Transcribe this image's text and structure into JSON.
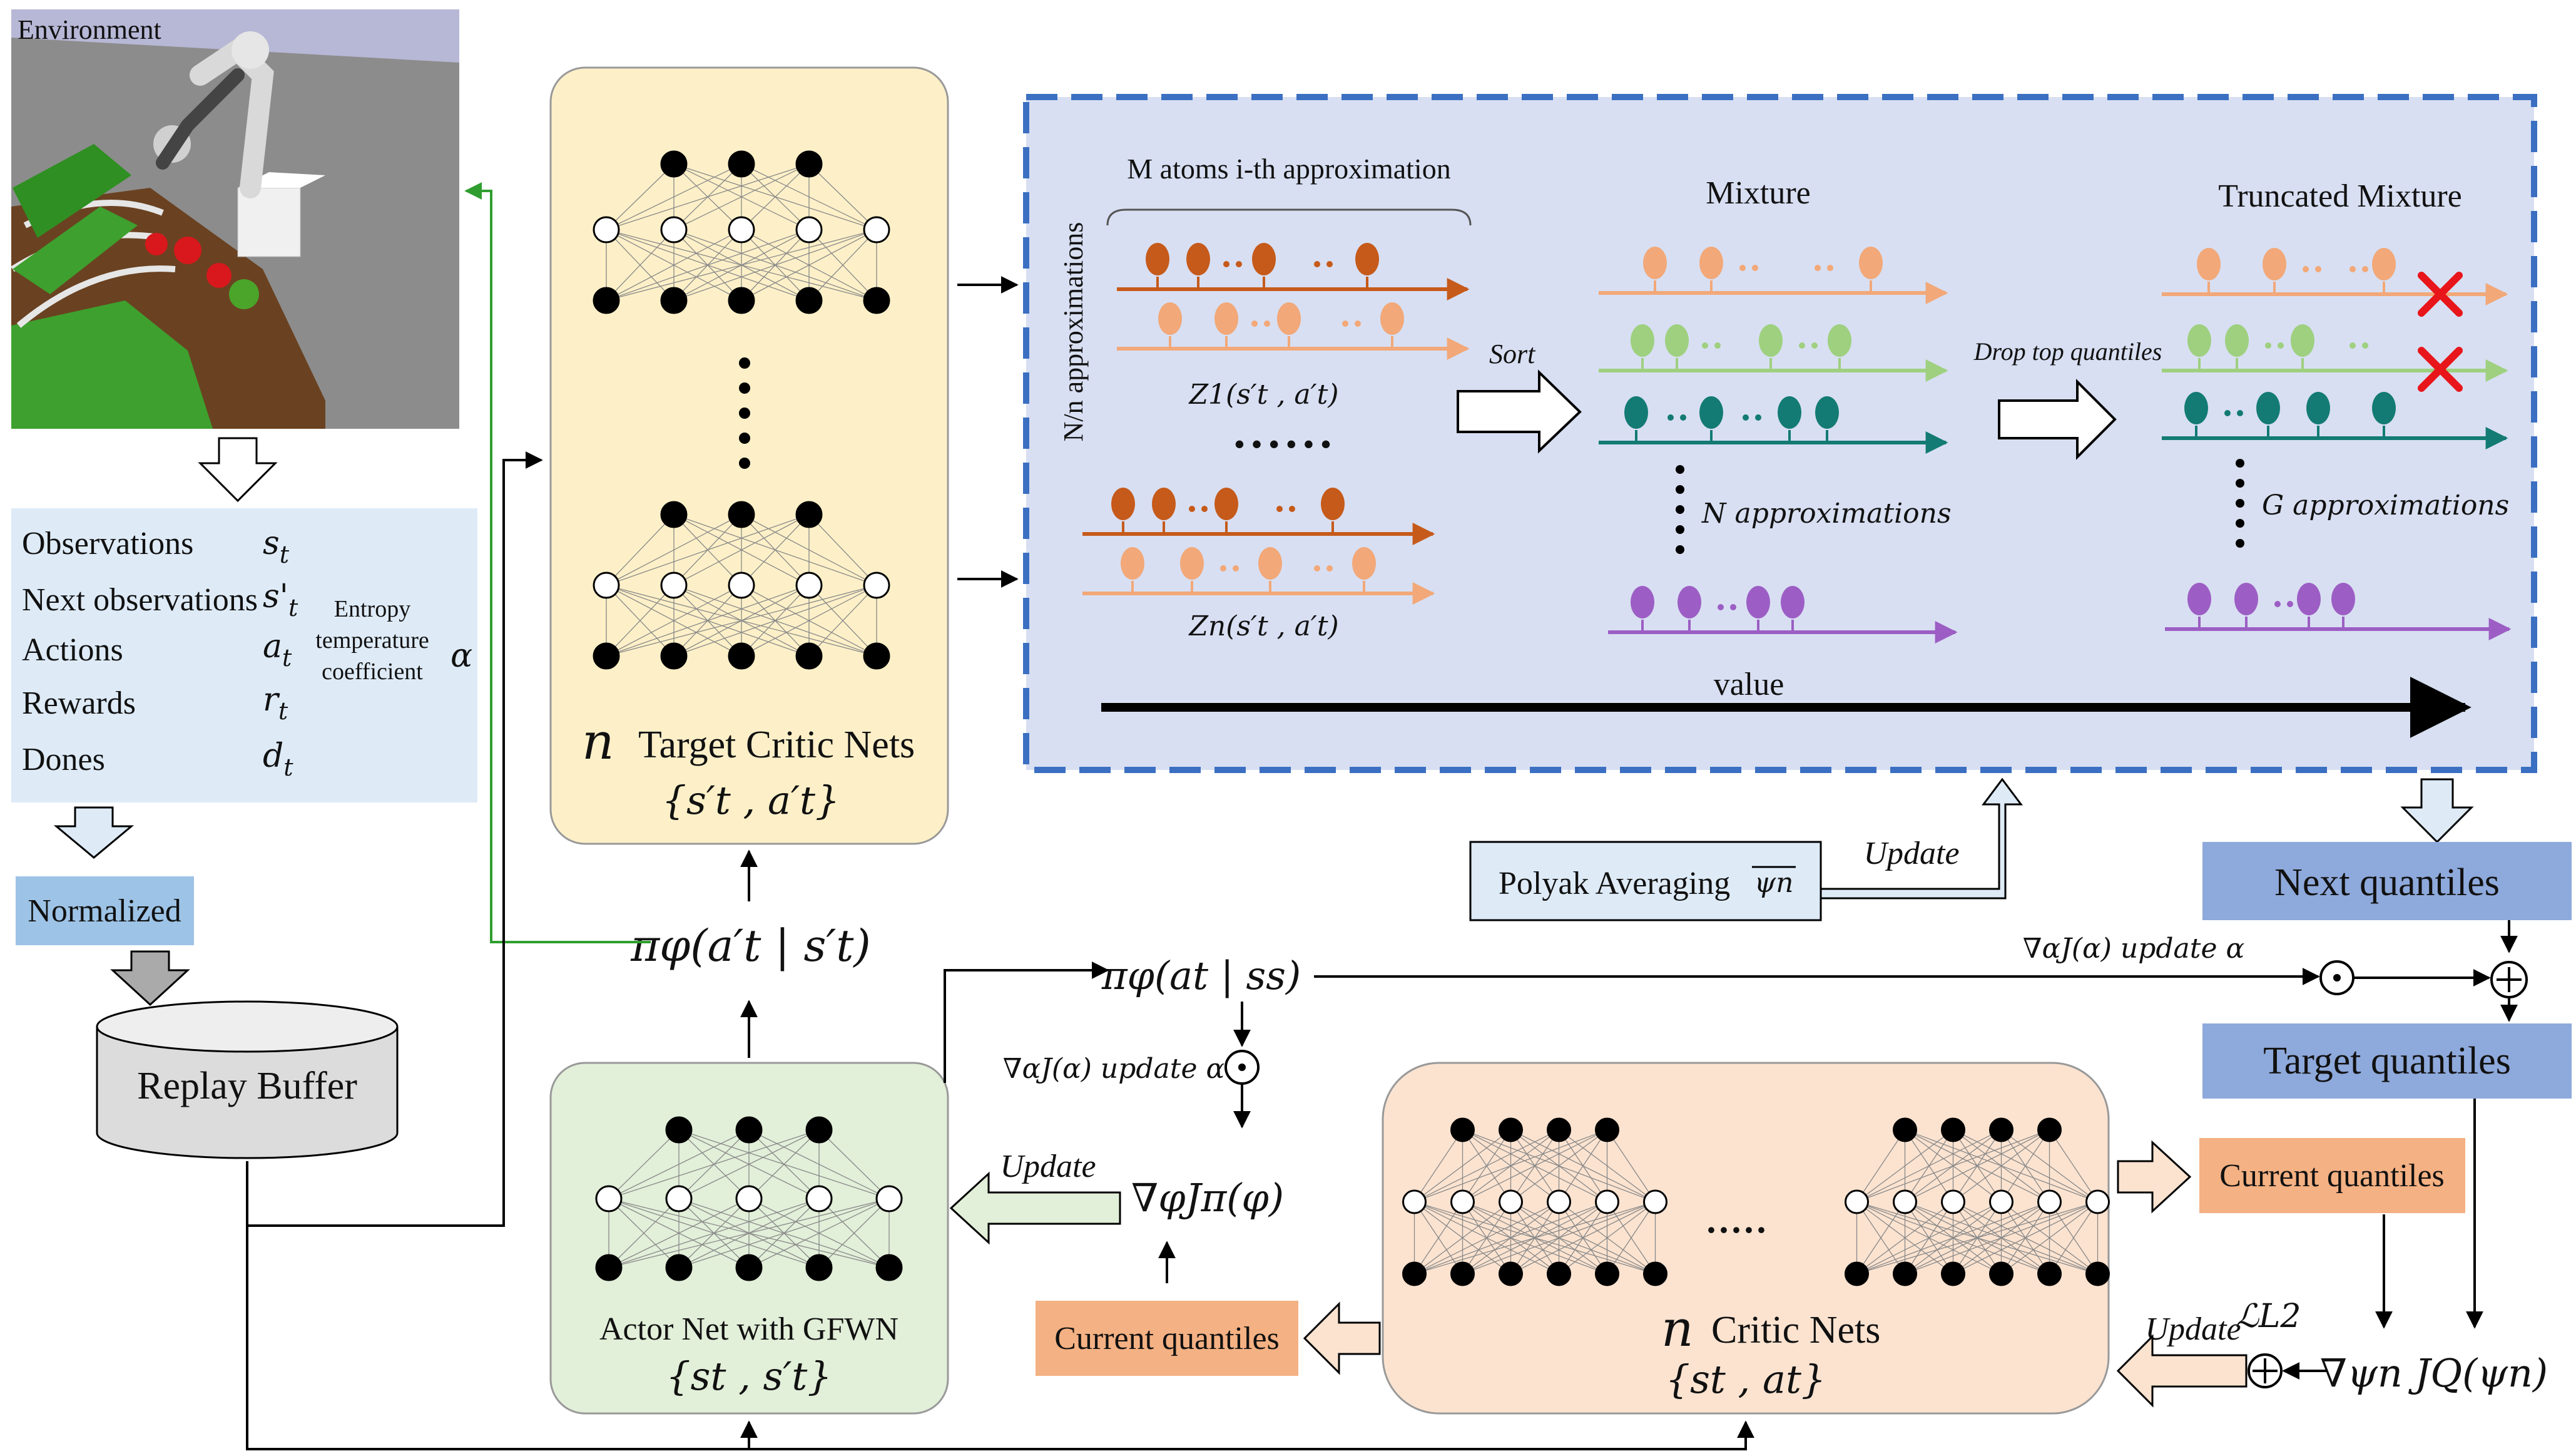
{
  "environment": {
    "label": "Environment"
  },
  "buffer_box": {
    "rows": [
      {
        "label": "Observations",
        "sym": "s",
        "sub": "t"
      },
      {
        "label": "Next observations",
        "sym": "s'",
        "sub": "t"
      },
      {
        "label": "Actions",
        "sym": "a",
        "sub": "t"
      },
      {
        "label": "Rewards",
        "sym": "r",
        "sub": "t"
      },
      {
        "label": "Dones",
        "sym": "d",
        "sub": "t"
      }
    ],
    "entropy_line1": "Entropy",
    "entropy_line2": "temperature",
    "entropy_line3": "coefficient",
    "alpha": "α"
  },
  "normalized": "Normalized",
  "replay_buffer": "Replay Buffer",
  "target_critic": {
    "n": "n",
    "title": "Target Critic Nets",
    "inputs": "{s′t , a′t}"
  },
  "actor": {
    "title": "Actor Net with GFWN",
    "inputs": "{st , s′t}"
  },
  "critic": {
    "n": "n",
    "title": "Critic Nets",
    "inputs": "{st , at}",
    "dots": "·····"
  },
  "policy_next": "πφ(a′t | s′t)",
  "policy_cur": "πφ(at | ss)",
  "quantile_panel": {
    "m_atoms": "M atoms i-th approximation",
    "side_label": "N/n approximations",
    "z1": "Z1(s′t , a′t)",
    "zn": "Zn(s′t , a′t)",
    "dots": "• • • • • •",
    "sort": "Sort",
    "mixture": "Mixture",
    "n_approx": "N approximations",
    "drop": "Drop top quantiles",
    "truncated": "Truncated Mixture",
    "g_approx": "G approximations",
    "value": "value"
  },
  "polyak": {
    "label": "Polyak Averaging",
    "psi": "ψn",
    "update": "Update"
  },
  "next_quantiles": "Next quantiles",
  "target_quantiles": "Target quantiles",
  "current_quantiles_right": "Current quantiles",
  "current_quantiles_left": "Current quantiles",
  "grad_alpha_top": "∇αJ(α) update α",
  "grad_alpha_left": "∇αJ(α) update α",
  "grad_pi": "∇φJπ(φ)",
  "grad_q": "∇ψn JQ(ψn)",
  "loss": "ℒL2",
  "update_actor": "Update",
  "update_critic": "Update",
  "colors": {
    "dark_orange": "#c65a1a",
    "light_orange": "#f2a878",
    "green": "#9ed07f",
    "teal": "#137b74",
    "purple": "#9c5ec4",
    "panel_bg": "#d8dff2",
    "panel_border": "#3b6fc2",
    "target_bg": "#fdf0c8",
    "actor_bg": "#e2efd9",
    "critic_bg": "#fbe3d0",
    "blue_box": "#8ea9db",
    "orange_box": "#f4b183",
    "buffer_bg": "#deebf7",
    "arrow_green": "#2f9e2f"
  }
}
